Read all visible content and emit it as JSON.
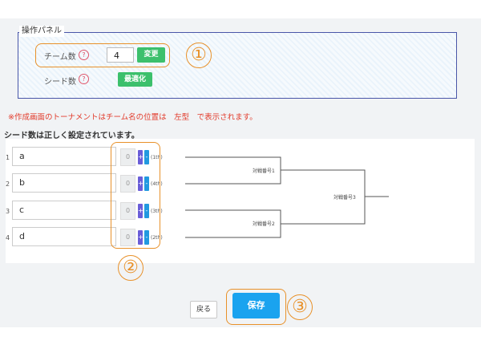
{
  "panel": {
    "title": "操作パネル",
    "team_count_label": "チーム数",
    "team_count_value": "4",
    "change_button": "変更",
    "seed_count_label": "シード数",
    "optimize_button": "最適化",
    "help_icon_text": "?"
  },
  "callouts": [
    "①",
    "②",
    "③"
  ],
  "warning": "※作成画面のトーナメントはチーム名の位置は　左型　で表示されます。",
  "seed_status": "シード数は正しく設定されています。",
  "teams": [
    {
      "index": "1",
      "name": "a",
      "seed": "0",
      "position": "(1th)"
    },
    {
      "index": "2",
      "name": "b",
      "seed": "0",
      "position": "(4th)"
    },
    {
      "index": "3",
      "name": "c",
      "seed": "0",
      "position": "(3th)"
    },
    {
      "index": "4",
      "name": "d",
      "seed": "0",
      "position": "(2th)"
    }
  ],
  "seed_plus": "+",
  "seed_minus": "-",
  "matches": [
    "対戦番号1",
    "対戦番号2",
    "対戦番号3"
  ],
  "footer": {
    "back_button": "戻る",
    "save_button": "保存"
  },
  "colors": {
    "accent": "#1aa3ef",
    "green": "#3cc06c",
    "warning": "#e23a2a",
    "callout": "#e8912a",
    "panel_border": "#4a56a8"
  }
}
